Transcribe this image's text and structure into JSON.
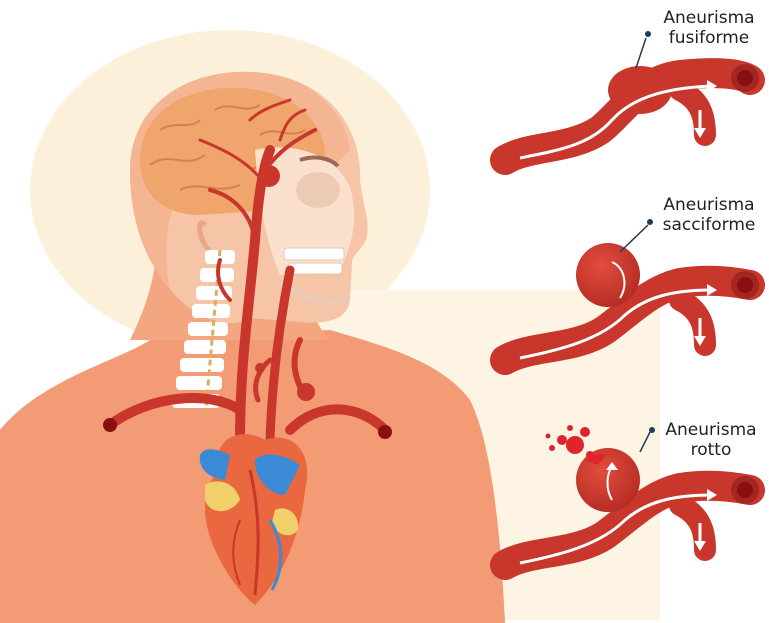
{
  "labels": {
    "fusiforme": {
      "line1": "Aneurisma",
      "line2": "fusiforme"
    },
    "sacciforme": {
      "line1": "Aneurisma",
      "line2": "sacciforme"
    },
    "rotto": {
      "line1": "Aneurisma",
      "line2": "rotto"
    }
  },
  "colors": {
    "skin": "#f29b74",
    "skin_light": "#f7b594",
    "skin_dark": "#e7845e",
    "background_glow": "#fdf1dc",
    "brain": "#f0a56c",
    "brain_folds": "#d9804a",
    "artery": "#c8362c",
    "artery_dark": "#a32620",
    "artery_inner": "#e14a3c",
    "vein_blue": "#3a8ad6",
    "heart": "#e9683f",
    "heart_valve": "#f1cf6a",
    "spine": "#ffffff",
    "lumen": "#8a0f10",
    "blood_spatter": "#e1242c",
    "leader_dot": "#1f3c5a"
  },
  "icons": [
    "human-anatomy-illustration",
    "brain-icon",
    "heart-icon",
    "spine-icon",
    "artery-icon",
    "blood-splatter-icon"
  ]
}
